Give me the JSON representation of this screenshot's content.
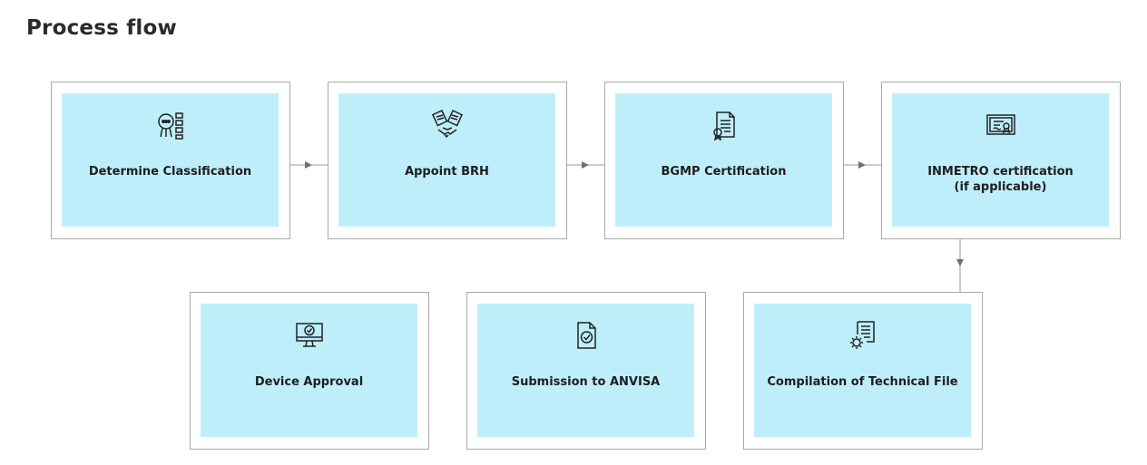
{
  "page": {
    "title": "Process flow"
  },
  "flow": {
    "steps": [
      {
        "label": "Determine Classification",
        "icon": "classification-search-icon"
      },
      {
        "label": "Appoint BRH",
        "icon": "handshake-agreement-icon"
      },
      {
        "label": "BGMP Certification",
        "icon": "certificate-document-icon"
      },
      {
        "label": "INMETRO certification\n(if applicable)",
        "icon": "framed-certificate-icon"
      },
      {
        "label": "Compilation of Technical File",
        "icon": "technical-file-gear-icon"
      },
      {
        "label": "Submission to ANVISA",
        "icon": "document-check-icon"
      },
      {
        "label": "Device Approval",
        "icon": "monitor-check-icon"
      }
    ]
  },
  "colors": {
    "box_fill": "#bfeefb",
    "box_border": "#a9a9a9",
    "connector": "#7a7a7a"
  }
}
